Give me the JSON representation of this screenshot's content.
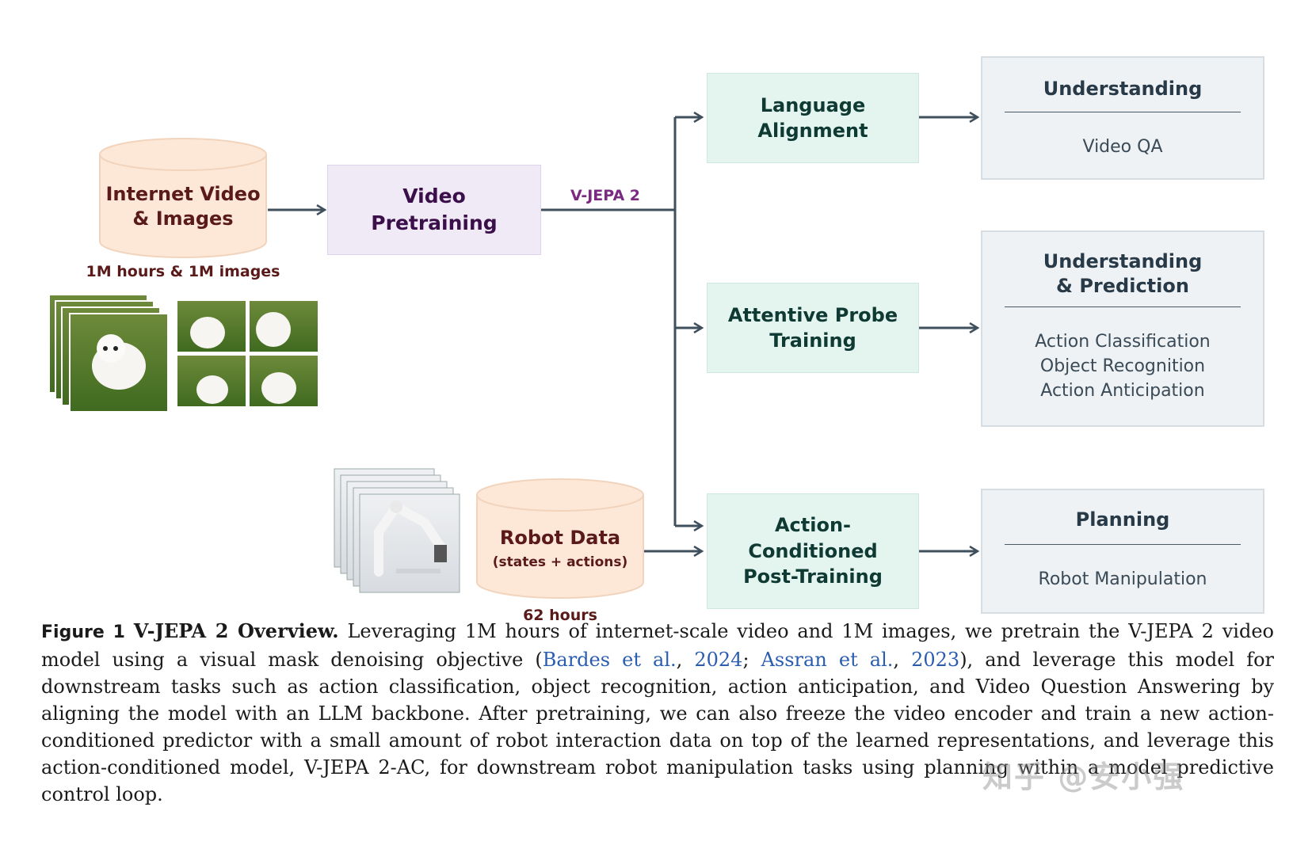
{
  "sources": {
    "internet": {
      "label_line1": "Internet Video",
      "label_line2": "& Images",
      "sub": "1M hours & 1M images"
    },
    "robot": {
      "label": "Robot Data",
      "sub_label": "(states + actions)",
      "sub": "62 hours"
    }
  },
  "pretrain": {
    "label": "Video\nPretraining",
    "edge_label": "V-JEPA 2"
  },
  "tasks": [
    {
      "label": "Language\nAlignment"
    },
    {
      "label": "Attentive Probe\nTraining"
    },
    {
      "label": "Action-\nConditioned\nPost-Training"
    }
  ],
  "outputs": [
    {
      "title": "Understanding",
      "items": [
        "Video QA"
      ]
    },
    {
      "title": "Understanding\n& Prediction",
      "items": [
        "Action Classification",
        "Object Recognition",
        "Action Anticipation"
      ]
    },
    {
      "title": "Planning",
      "items": [
        "Robot Manipulation"
      ]
    }
  ],
  "colors": {
    "arrow": "#3f4f5c",
    "cylinder_fill": "#fde8d8",
    "cylinder_stroke": "#f2d4bd"
  },
  "caption": {
    "fig": "Figure 1",
    "title": "V-JEPA 2 Overview.",
    "part1": " Leveraging 1M hours of internet-scale video and 1M images, we pretrain the V-JEPA 2 video model using a visual mask denoising objective (",
    "ref1_name": "Bardes et al.",
    "sep1": ", ",
    "ref1_year": "2024",
    "sep2": "; ",
    "ref2_name": "Assran et al.",
    "sep3": ", ",
    "ref2_year": "2023",
    "part2": "), and leverage this model for downstream tasks such as action classification, object recognition, action anticipation, and Video Question Answering by aligning the model with an LLM backbone. After pretraining, we can also freeze the video encoder and train a new action-conditioned predictor with a small amount of robot interaction data on top of the learned representations, and leverage this action-conditioned model, V-JEPA 2-AC, for downstream robot manipulation tasks using planning within a model predictive control loop."
  },
  "watermark": "知乎 @安小强"
}
